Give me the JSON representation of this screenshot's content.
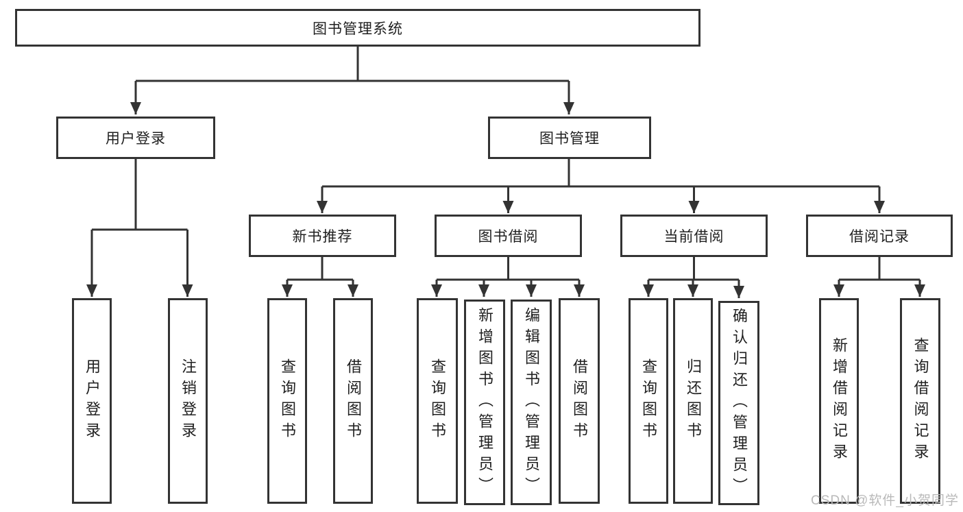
{
  "colors": {
    "line": "#333333",
    "box_border": "#333333",
    "box_bg": "#ffffff",
    "text": "#1f1f1f",
    "canvas_bg": "#ffffff",
    "watermark": "#b9b9b9"
  },
  "watermark": "CSDN @软件_小贺同学",
  "tree": {
    "root": "图书管理系统",
    "children": [
      {
        "label": "用户登录",
        "children": [
          "用户登录",
          "注销登录"
        ]
      },
      {
        "label": "图书管理",
        "children": [
          {
            "label": "新书推荐",
            "children": [
              "查询图书",
              "借阅图书"
            ]
          },
          {
            "label": "图书借阅",
            "children": [
              "查询图书",
              "新增图书（管理员）",
              "编辑图书（管理员）",
              "借阅图书"
            ]
          },
          {
            "label": "当前借阅",
            "children": [
              "查询图书",
              "归还图书",
              "确认归还（管理员）"
            ]
          },
          {
            "label": "借阅记录",
            "children": [
              "新增借阅记录",
              "查询借阅记录"
            ]
          }
        ]
      }
    ]
  }
}
